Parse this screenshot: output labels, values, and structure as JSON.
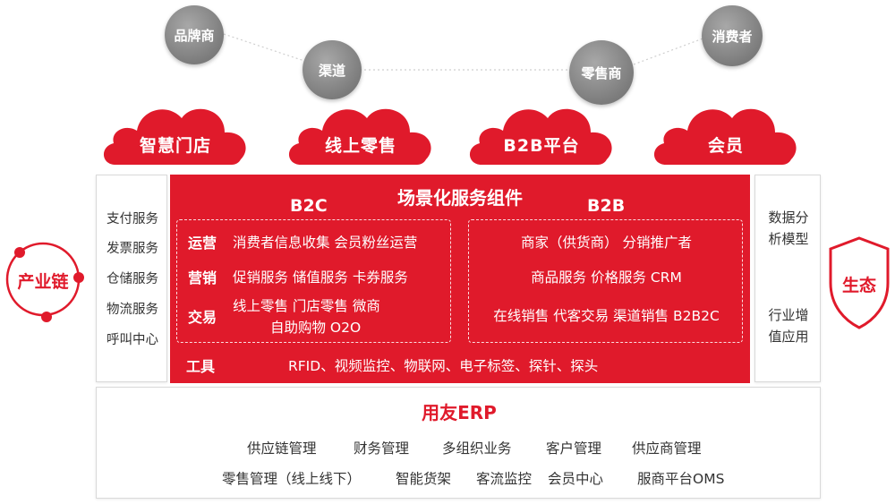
{
  "top_nodes": {
    "brand": "品牌商",
    "channel": "渠道",
    "retailer": "零售商",
    "consumer": "消费者"
  },
  "clouds": [
    "智慧门店",
    "线上零售",
    "B2B平台",
    "会员"
  ],
  "left_services": [
    "支付服务",
    "发票服务",
    "仓储服务",
    "物流服务",
    "呼叫中心"
  ],
  "industry_chain": "产业链",
  "center": {
    "title": "场景化服务组件",
    "b2c": {
      "title": "B2C",
      "rows": [
        {
          "label": "运营",
          "text": "消费者信息收集  会员粉丝运营"
        },
        {
          "label": "营销",
          "text": "促销服务  储值服务  卡券服务"
        },
        {
          "label": "交易",
          "text_line1": "线上零售  门店零售  微商",
          "text_line2": "自助购物  O2O"
        }
      ]
    },
    "b2b": {
      "title": "B2B",
      "rows": [
        "商家（供货商）  分销推广者",
        "商品服务  价格服务  CRM",
        "在线销售  代客交易  渠道销售  B2B2C"
      ]
    },
    "tools": {
      "label": "工具",
      "text": "RFID、视频监控、物联网、电子标签、探针、探头"
    }
  },
  "right_services": {
    "item1_line1": "数据分",
    "item1_line2": "析模型",
    "item2_line1": "行业增",
    "item2_line2": "值应用"
  },
  "ecology": "生态",
  "erp": {
    "title": "用友ERP",
    "row1": [
      "供应链管理",
      "财务管理",
      "多组织业务",
      "客户管理",
      "供应商管理"
    ],
    "row2": [
      "零售管理（线上线下）",
      "智能货架",
      "客流监控",
      "会员中心",
      "服商平台OMS"
    ]
  },
  "colors": {
    "brand_red": "#e01a2b",
    "bubble_gray": "#8a8a8a",
    "border_gray": "#d9d9d9"
  }
}
